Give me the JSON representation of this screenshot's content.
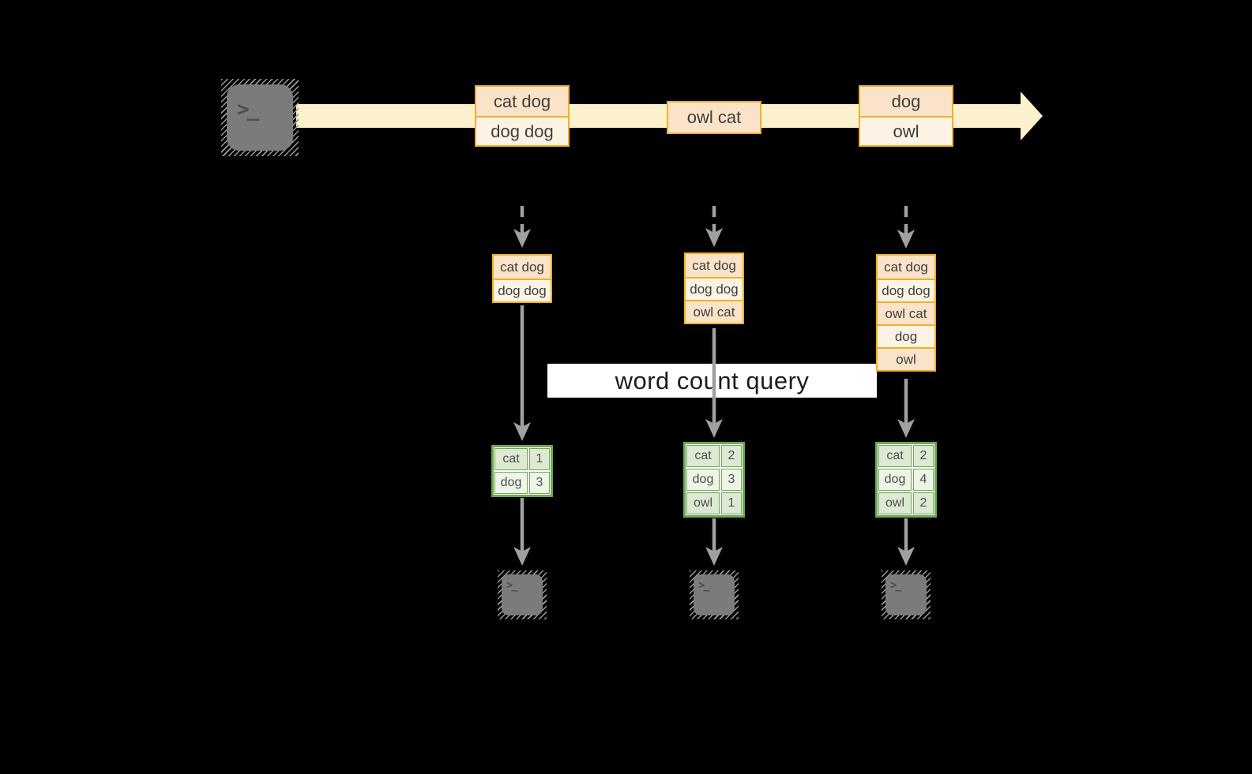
{
  "diagram": {
    "query_label": "word count query",
    "terminal_glyph": ">_"
  },
  "colors": {
    "background": "#000000",
    "stream_band": "#fbf1cd",
    "orange_border": "#f0b028",
    "peach_fill": "#fae3c8",
    "cream_fill": "#fdf3e4",
    "green_border": "#6fa850",
    "green_cell_dark": "#dde9d2",
    "green_cell_light": "#eff4e9",
    "arrow_gray": "#a0a0a0",
    "terminal_gray": "#7b7b7b",
    "query_band_bg": "#ffffff"
  },
  "stream": {
    "groups": [
      {
        "items": [
          "cat dog",
          "dog dog"
        ]
      },
      {
        "items": [
          "owl cat"
        ]
      },
      {
        "items": [
          "dog",
          "owl"
        ]
      }
    ]
  },
  "snapshots": [
    {
      "items": [
        "cat dog",
        "dog dog"
      ]
    },
    {
      "items": [
        "cat dog",
        "dog dog",
        "owl cat"
      ]
    },
    {
      "items": [
        "cat dog",
        "dog dog",
        "owl cat",
        "dog",
        "owl"
      ]
    }
  ],
  "word_counts": [
    {
      "rows": [
        {
          "word": "cat",
          "count": "1"
        },
        {
          "word": "dog",
          "count": "3"
        }
      ]
    },
    {
      "rows": [
        {
          "word": "cat",
          "count": "2"
        },
        {
          "word": "dog",
          "count": "3"
        },
        {
          "word": "owl",
          "count": "1"
        }
      ]
    },
    {
      "rows": [
        {
          "word": "cat",
          "count": "2"
        },
        {
          "word": "dog",
          "count": "4"
        },
        {
          "word": "owl",
          "count": "2"
        }
      ]
    }
  ]
}
